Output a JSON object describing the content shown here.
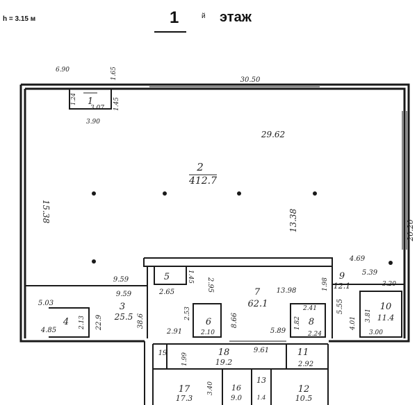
{
  "header": {
    "height_label": "h = 3.15 м",
    "floor_number": "1",
    "floor_suffix": "й",
    "floor_word": "этаж"
  },
  "rooms": [
    {
      "id": "1",
      "area": "3.07"
    },
    {
      "id": "2",
      "area": "412.7"
    },
    {
      "id": "3",
      "area": "25.5"
    },
    {
      "id": "4",
      "area": ""
    },
    {
      "id": "5",
      "area": ""
    },
    {
      "id": "6",
      "area": "2.10"
    },
    {
      "id": "7",
      "area": "62.1"
    },
    {
      "id": "8",
      "area": "2.24"
    },
    {
      "id": "9",
      "area": "12.1"
    },
    {
      "id": "10",
      "area": "11.4"
    },
    {
      "id": "11",
      "area": ""
    },
    {
      "id": "12",
      "area": "10.5"
    },
    {
      "id": "13",
      "area": ""
    },
    {
      "id": "16",
      "area": "9.0"
    },
    {
      "id": "17",
      "area": "17.3"
    },
    {
      "id": "18",
      "area": "19.2"
    },
    {
      "id": "19",
      "area": ""
    }
  ],
  "dimensions": {
    "top_total": "30.50",
    "top_left": "6.90",
    "top_small": "1.65",
    "room1_width": "3.90",
    "room1_side": "1.45",
    "room1_left": "1.24",
    "hall_width": "29.62",
    "left_height": "15.38",
    "hall_height": "13.38",
    "right_height": "20.20",
    "mid_left": "9.59",
    "mid_left2": "9.59",
    "d_265": "2.65",
    "d_295": "2.95",
    "d_145": "1.45",
    "d_1398": "13.98",
    "d_469": "4.69",
    "d_539": "5.39",
    "d_320": "3.20",
    "d_503": "5.03",
    "d_485": "4.85",
    "d_213": "2.13",
    "d_229": "22.9",
    "d_386": "38.6",
    "d_291": "2.91",
    "d_253": "2.53",
    "d_866": "8.66",
    "d_589": "5.89",
    "d_198": "1.98",
    "d_241": "2.41",
    "d_182": "1.82",
    "d_555": "5.55",
    "d_401": "4.01",
    "d_381": "3.81",
    "d_300": "3.00",
    "d_199": "1.99",
    "d_961": "9.61",
    "d_292": "2.92",
    "d_340": "3.40",
    "d_14": "1.4"
  }
}
